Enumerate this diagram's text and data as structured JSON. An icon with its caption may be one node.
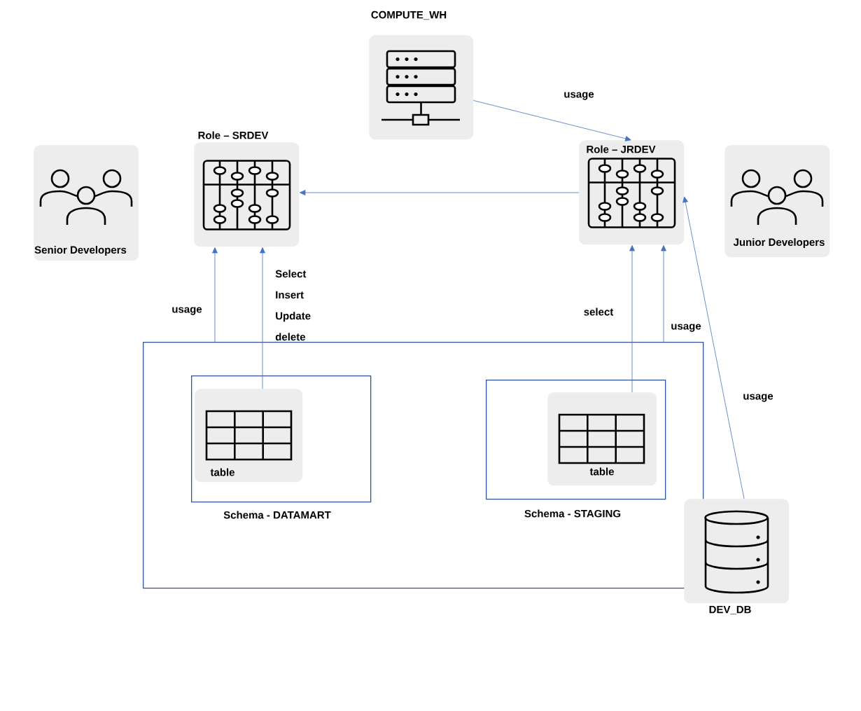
{
  "diagram": {
    "nodes": [
      {
        "text": [
          "COMPUTE_WH"
        ]
      },
      {
        "text": [
          "Senior Developers"
        ]
      },
      {
        "text": [
          "Role – SRDEV"
        ]
      },
      {
        "text": [
          "Role – JRDEV"
        ]
      },
      {
        "text": [
          "Junior Developers"
        ]
      },
      {
        "text": [],
        "shape": "box"
      },
      {
        "text": [
          "Schema - DATAMART"
        ],
        "in": 5
      },
      {
        "text": [
          "table"
        ],
        "in": 6
      },
      {
        "text": [
          "Schema - STAGING"
        ],
        "in": 5
      },
      {
        "text": [
          "table"
        ],
        "in": 8
      },
      {
        "text": [
          "DEV_DB"
        ]
      }
    ],
    "edges": [
      {
        "from": 0,
        "to": 3,
        "arrow": "to",
        "label": "usage"
      },
      {
        "from": 3,
        "to": 2,
        "arrow": "to"
      },
      {
        "from": 5,
        "to": 2,
        "arrow": "to",
        "label": "usage"
      },
      {
        "from": 7,
        "to": 2,
        "arrow": "to",
        "label": "Select Insert Update delete"
      },
      {
        "from": 9,
        "to": 3,
        "arrow": "to",
        "label": "select"
      },
      {
        "from": 5,
        "to": 3,
        "arrow": "to",
        "label": "usage"
      },
      {
        "from": 10,
        "to": 3,
        "arrow": "to",
        "label": "usage"
      }
    ]
  }
}
